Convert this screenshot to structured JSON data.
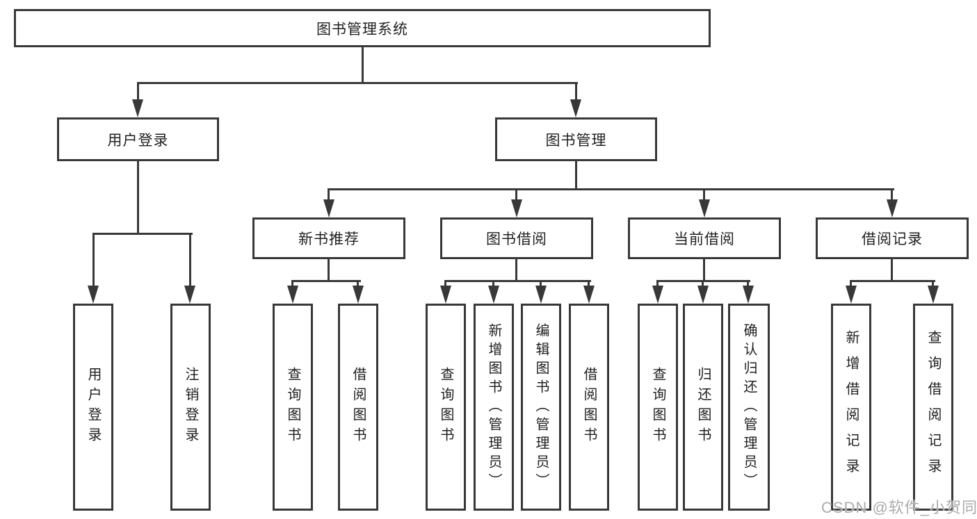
{
  "diagram": {
    "root": {
      "label": "图书管理系统"
    },
    "level2": [
      {
        "label": "用户登录"
      },
      {
        "label": "图书管理"
      }
    ],
    "level3": [
      {
        "label": "新书推荐"
      },
      {
        "label": "图书借阅"
      },
      {
        "label": "当前借阅"
      },
      {
        "label": "借阅记录"
      }
    ],
    "leaves": [
      {
        "label": "用户登录"
      },
      {
        "label": "注销登录"
      },
      {
        "label": "查询图书"
      },
      {
        "label": "借阅图书"
      },
      {
        "label": "查询图书"
      },
      {
        "label": "新增图书（管理员）"
      },
      {
        "label": "编辑图书（管理员）"
      },
      {
        "label": "借阅图书"
      },
      {
        "label": "查询图书"
      },
      {
        "label": "归还图书"
      },
      {
        "label": "确认归还（管理员）"
      },
      {
        "label": "新增借阅记录"
      },
      {
        "label": "查询借阅记录"
      }
    ],
    "watermark": "CSDN @软件_小贺同学",
    "colors": {
      "line": "#383838",
      "text": "#1f1f1f",
      "watermark": "#ababab",
      "background": "#ffffff"
    }
  }
}
